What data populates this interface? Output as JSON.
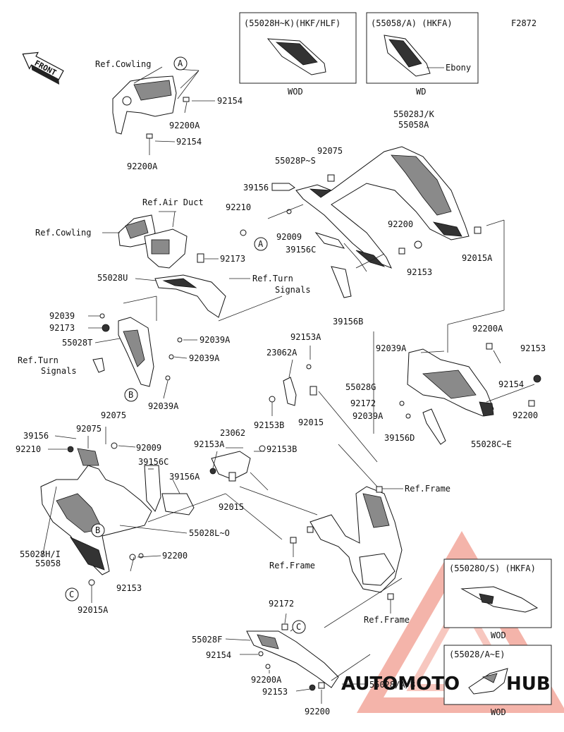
{
  "figure_code": "F2872",
  "front_label": "FRONT",
  "inset_boxes": [
    {
      "title": "(55028H~K)(HKF/HLF)",
      "footer": "WOD"
    },
    {
      "title": "(55058/A)  (HKFA)",
      "footer": "WD",
      "note": "Ebony"
    },
    {
      "title": "(55028O/S)  (HKFA)",
      "footer": "WOD"
    },
    {
      "title": "(55028/A~E)",
      "footer": "WOD"
    }
  ],
  "callouts": [
    "A",
    "A",
    "B",
    "B",
    "C",
    "C"
  ],
  "labels": [
    "Ref.Cowling",
    "92154",
    "92200A",
    "92154",
    "92200A",
    "55028J/K",
    "55058A",
    "92075",
    "55028P~S",
    "39156",
    "92210",
    "92009",
    "39156C",
    "92200",
    "92153",
    "92015A",
    "39156B",
    "Ref.Air Duct",
    "Ref.Cowling",
    "92173",
    "55028U",
    "Ref.Turn",
    "Signals",
    "92039",
    "92173",
    "55028T",
    "92039A",
    "92039A",
    "Ref.Turn",
    "Signals",
    "92039A",
    "92153A",
    "23062A",
    "92039A",
    "92200A",
    "92153",
    "55028G",
    "92154",
    "92172",
    "92039A",
    "92200",
    "92153B",
    "92015",
    "39156D",
    "55028C~E",
    "92075",
    "39156",
    "92075",
    "92210",
    "92009",
    "39156C",
    "39156A",
    "92153A",
    "23062",
    "92153B",
    "Ref.Frame",
    "92015",
    "55028L~O",
    "55028H/I",
    "55058",
    "92200",
    "92153",
    "92015A",
    "Ref.Frame",
    "Ref.Frame",
    "92172",
    "55028F",
    "92154",
    "92200A",
    "92153",
    "55028/A/B",
    "92200"
  ],
  "watermark": {
    "part1": "AUTOMOTO",
    "part2": "HUB",
    "color1": "#f0a090",
    "color2": "#9a9a9a"
  }
}
